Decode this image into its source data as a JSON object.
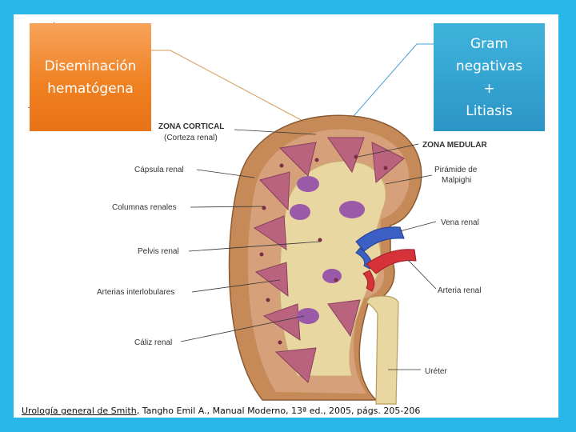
{
  "callouts": {
    "left": "Diseminación\nhematógena",
    "right": "Gram\nnegativas\n+\nLitiasis"
  },
  "labels": {
    "zona_cortical": "ZONA CORTICAL",
    "corteza_renal": "(Corteza renal)",
    "zona_medular": "ZONA MEDULAR",
    "capsula_renal": "Cápsula renal",
    "piramide_1": "Pirámide de",
    "piramide_2": "Malpighi",
    "columnas_renales": "Columnas renales",
    "vena_renal": "Vena renal",
    "pelvis_renal": "Pelvis renal",
    "arteria_renal": "Arteria renal",
    "arterias_interlobulares": "Arterias interlobulares",
    "caliz_renal": "Cáliz renal",
    "ureter": "Uréter"
  },
  "citation": {
    "source_link": "Urología general de Smith",
    "rest": ", Tangho Emil A.,  Manual Moderno, 13ª ed., 2005, págs. 205-206"
  },
  "colors": {
    "background": "#29b6e8",
    "left_box": "#ef7f1f",
    "right_box": "#2b95c6",
    "cortex": "#c58a57",
    "medulla": "#e8d7a0",
    "pyramid": "#b9637f",
    "vein": "#3b5fc4",
    "artery": "#d6323a"
  }
}
